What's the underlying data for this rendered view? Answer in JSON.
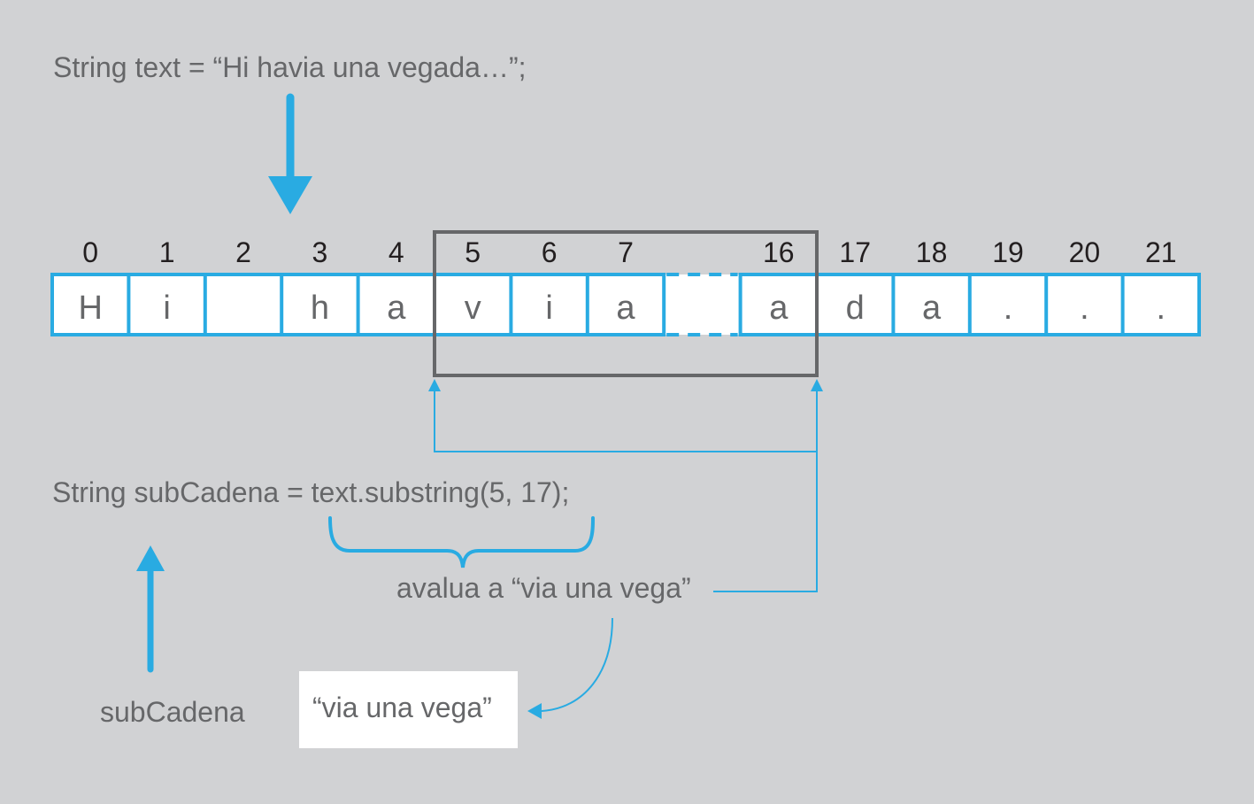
{
  "declaration": "String text = “Hi havia una vegada…”;",
  "substring_statement": "String subCadena = text.substring(5, 17);",
  "evaluation_note": "avalua a “via una vega”",
  "variable_label": "subCadena",
  "result_value": "“via una vega”",
  "cells": [
    {
      "index": "0",
      "char": "H"
    },
    {
      "index": "1",
      "char": "i"
    },
    {
      "index": "2",
      "char": ""
    },
    {
      "index": "3",
      "char": "h"
    },
    {
      "index": "4",
      "char": "a"
    },
    {
      "index": "5",
      "char": "v"
    },
    {
      "index": "6",
      "char": "i"
    },
    {
      "index": "7",
      "char": "a"
    },
    {
      "index": "",
      "char": "",
      "ellipsis": true
    },
    {
      "index": "16",
      "char": "a"
    },
    {
      "index": "17",
      "char": "d"
    },
    {
      "index": "18",
      "char": "a"
    },
    {
      "index": "19",
      "char": "."
    },
    {
      "index": "20",
      "char": "."
    },
    {
      "index": "21",
      "char": "."
    }
  ],
  "colors": {
    "accent": "#29abe2",
    "box": "#666769",
    "background": "#d1d2d4"
  }
}
